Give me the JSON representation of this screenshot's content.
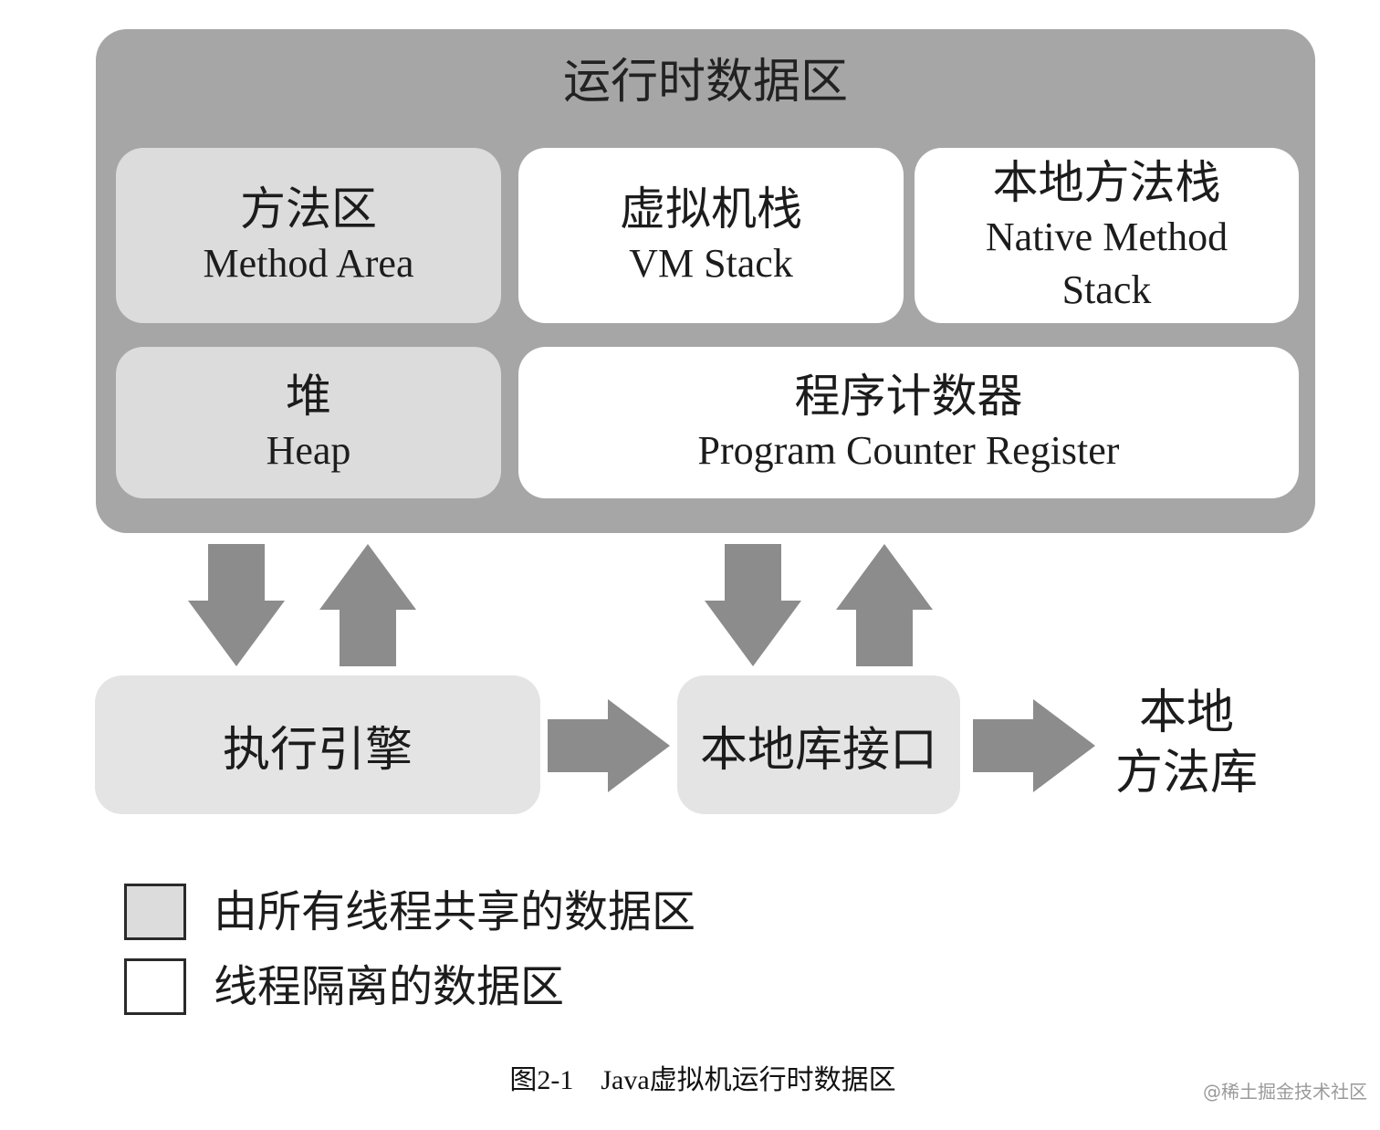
{
  "runtime_area": {
    "title": "运行时数据区"
  },
  "regions": {
    "method_area": {
      "cn": "方法区",
      "en": "Method Area",
      "sharing": "shared"
    },
    "vm_stack": {
      "cn": "虚拟机栈",
      "en": "VM Stack",
      "sharing": "thread-private"
    },
    "native_method_stack": {
      "cn": "本地方法栈",
      "en_line1": "Native Method",
      "en_line2": "Stack",
      "sharing": "thread-private"
    },
    "heap": {
      "cn": "堆",
      "en": "Heap",
      "sharing": "shared"
    },
    "program_counter": {
      "cn": "程序计数器",
      "en": "Program Counter Register",
      "sharing": "thread-private"
    }
  },
  "lower": {
    "execution_engine": "执行引擎",
    "native_interface": "本地库接口",
    "native_library_line1": "本地",
    "native_library_line2": "方法库"
  },
  "legend": {
    "shared": "由所有线程共享的数据区",
    "private": "线程隔离的数据区"
  },
  "caption": "图2-1    Java虚拟机运行时数据区",
  "watermark": "@稀土掘金技术社区",
  "colors": {
    "runtime_area": "#a6a6a6",
    "shared_region": "#dcdcdc",
    "private_region": "#ffffff",
    "arrow": "#8c8c8c"
  }
}
